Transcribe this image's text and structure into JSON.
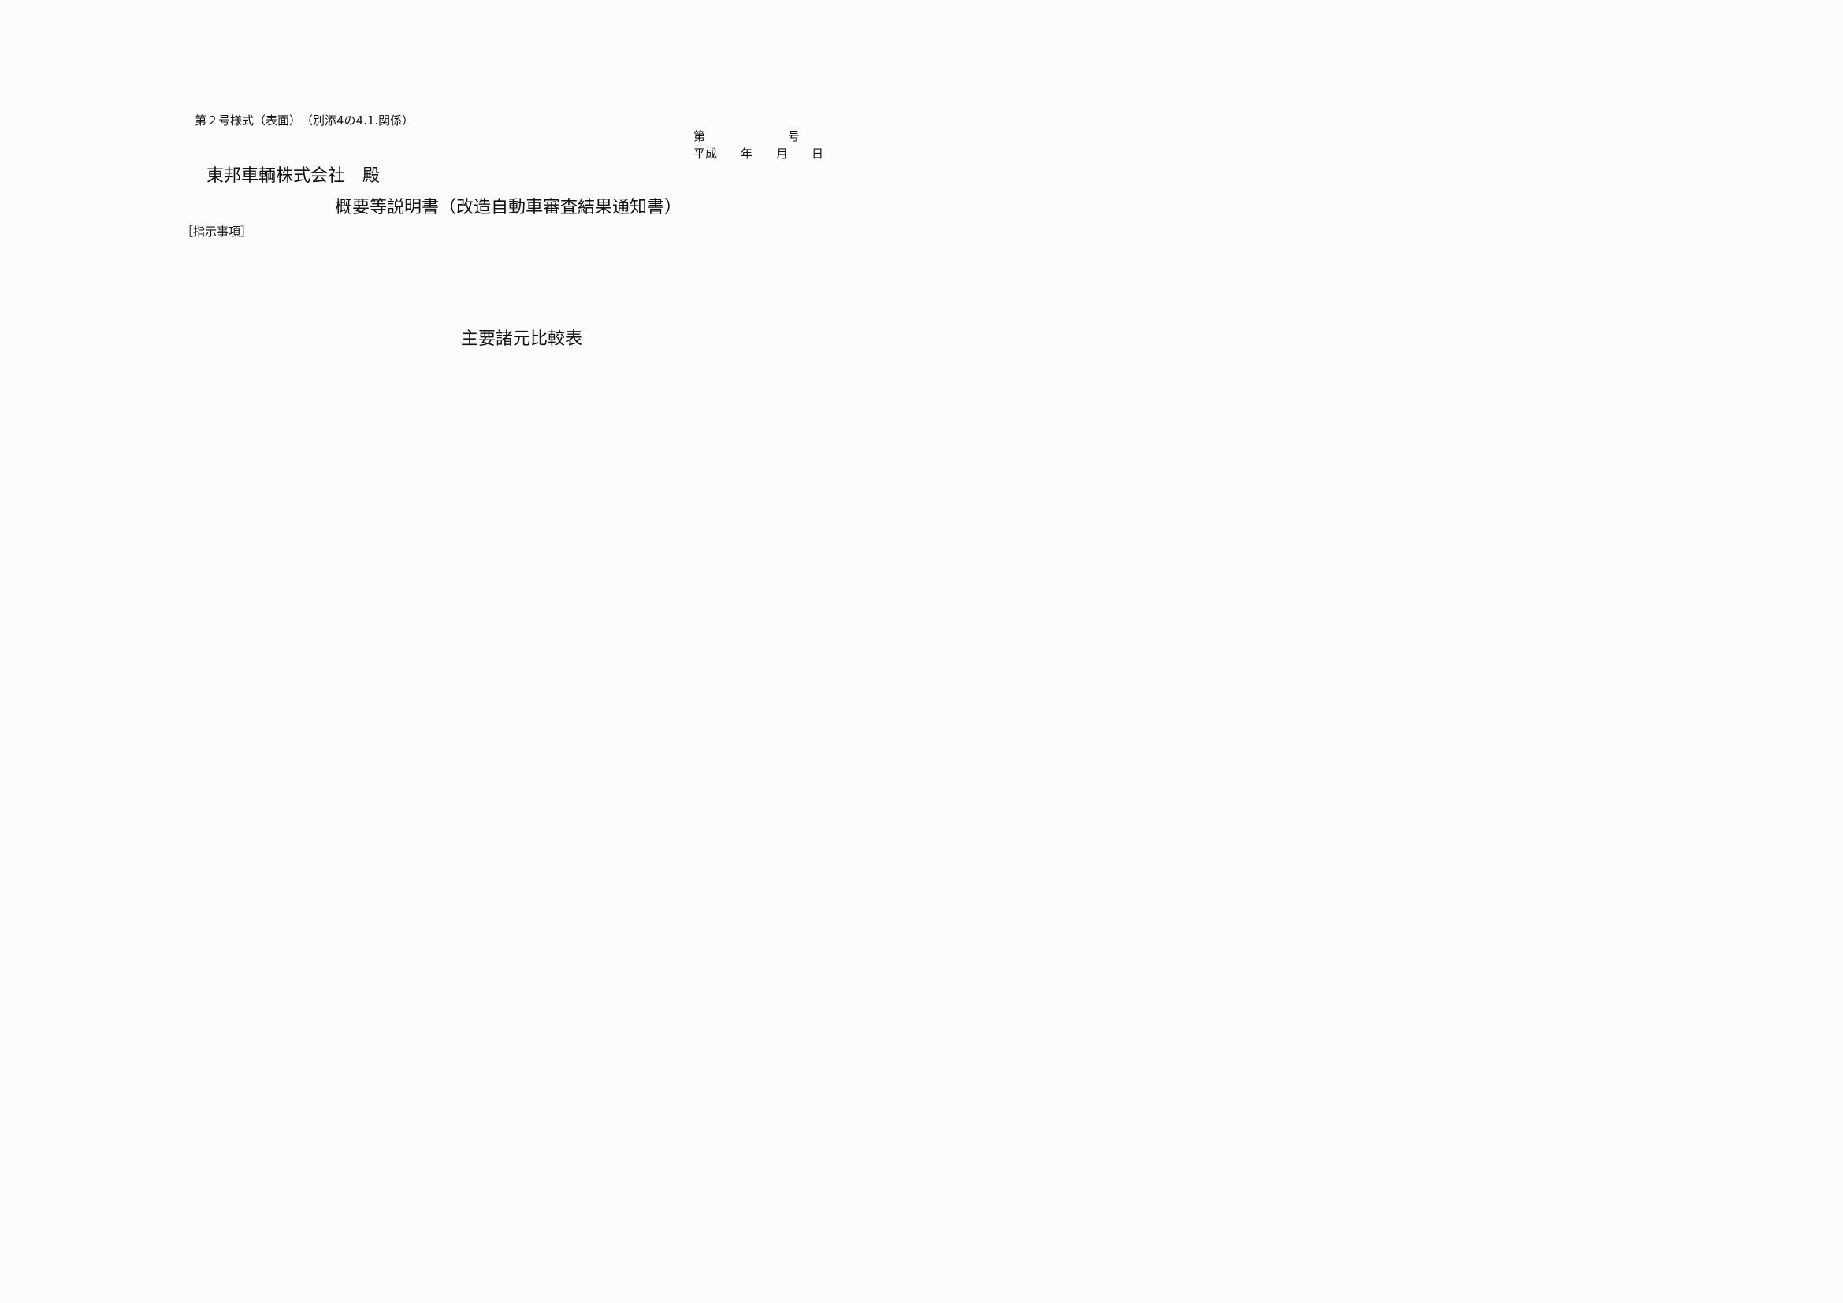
{
  "front": {
    "form_label": "第２号様式（表面）　（別添4の4.1.関係）",
    "number_label": "第　　　　　　　号",
    "date_label": "平成　　年　　月　　日",
    "addressee": "東邦車輌株式会社　殿",
    "doc_title": "概要等説明書（改造自動車審査結果通知書）",
    "instruction_label": "［指示事項］",
    "table_title": "主要諸元比較表"
  }
}
